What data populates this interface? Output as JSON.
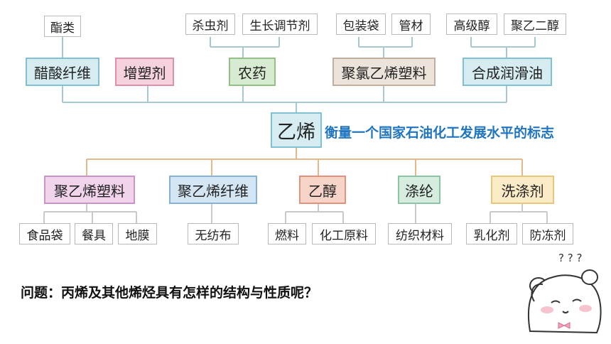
{
  "center": {
    "label": "乙烯",
    "slogan": "衡量一个国家石油化工发展水平的标志"
  },
  "top_branches": [
    {
      "label": "醋酸纤维",
      "color": "cyan",
      "children": [
        "酯类"
      ]
    },
    {
      "label": "增塑剂",
      "color": "pink",
      "children": []
    },
    {
      "label": "农药",
      "color": "green",
      "children": [
        "杀虫剂",
        "生长调节剂"
      ]
    },
    {
      "label": "聚氯乙烯塑料",
      "color": "beige",
      "children": [
        "包装袋",
        "管材"
      ]
    },
    {
      "label": "合成润滑油",
      "color": "cyan",
      "children": [
        "高级醇",
        "聚乙二醇"
      ]
    }
  ],
  "bottom_branches": [
    {
      "label": "聚乙烯塑料",
      "color": "purple",
      "children": [
        "食品袋",
        "餐具",
        "地膜"
      ]
    },
    {
      "label": "聚乙烯纤维",
      "color": "blue",
      "children": [
        "无纺布"
      ]
    },
    {
      "label": "乙醇",
      "color": "orange",
      "children": [
        "燃料",
        "化工原料"
      ]
    },
    {
      "label": "涤纶",
      "color": "mint",
      "children": [
        "纺织材料"
      ]
    },
    {
      "label": "洗涤剂",
      "color": "yellow",
      "children": [
        "乳化剂",
        "防冻剂"
      ]
    }
  ],
  "question": "问题：丙烯及其他烯烃具有怎样的结构与性质呢？",
  "mascot": {
    "thought": "? ? ?"
  },
  "colors": {
    "connector_top": "#a9c9d3",
    "connector_bottom": "#e7b98f",
    "slogan": "#1f75bf"
  }
}
